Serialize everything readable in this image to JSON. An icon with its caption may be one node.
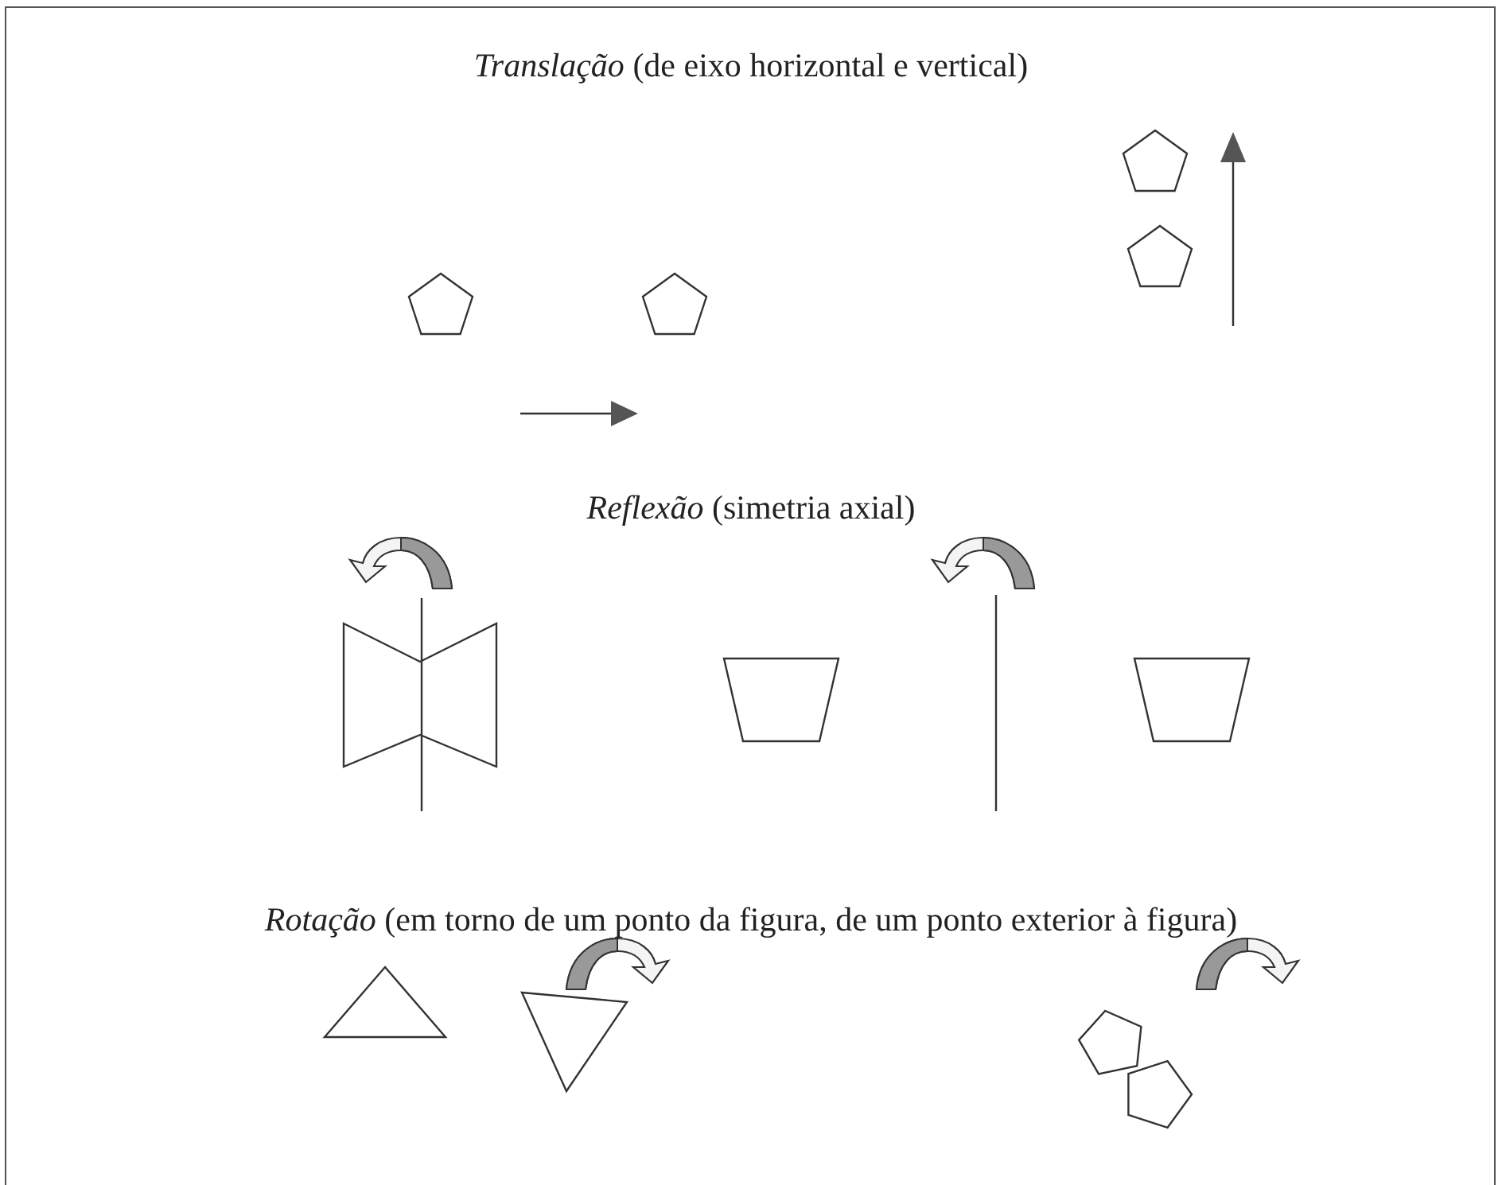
{
  "diagram": {
    "labels": [
      "*Translação* (de eixo horizontal e vertical)",
      "*Reflexão* (simetria axial)",
      "*Rotação* (em torno de um ponto da figura, de um ponto exterior à figura)"
    ]
  }
}
